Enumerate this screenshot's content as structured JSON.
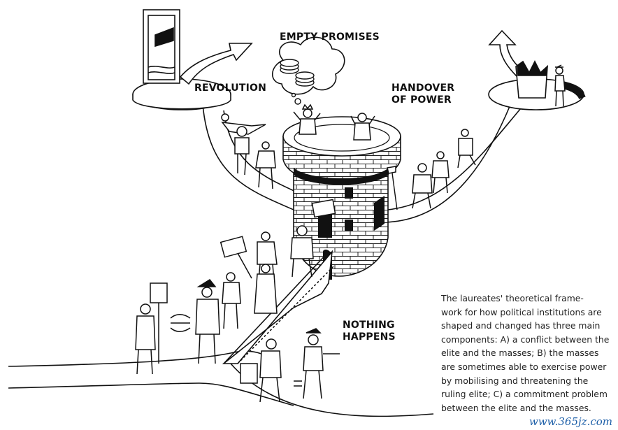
{
  "labels": {
    "empty_promises": "EMPTY PROMISES",
    "revolution": "REVOLUTION",
    "handover_line1": "HANDOVER",
    "handover_line2": "OF POWER",
    "nothing_line1": "NOTHING",
    "nothing_line2": "HAPPENS"
  },
  "caption": {
    "lines": [
      "The laureates' theoretical frame-",
      "work for how political institutions are",
      "shaped and changed has three main",
      "components: A) a conflict between the",
      "elite and the masses; B) the masses",
      "are sometimes able to exercise power",
      "by mobilising and threatening the",
      "ruling elite; C) a commitment problem",
      "between the elite and the masses."
    ]
  },
  "watermark": "www.365jz.com",
  "icons": [
    "guillotine-icon",
    "crown-icon",
    "coin-stack-icon",
    "tower-icon",
    "arrow-icon"
  ]
}
